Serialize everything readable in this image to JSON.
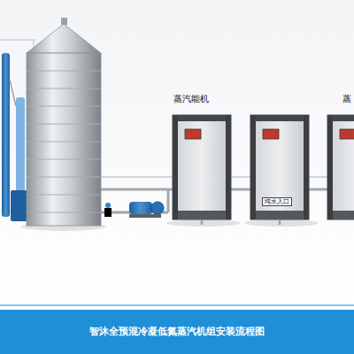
{
  "diagram": {
    "title": "智沐全预混冷凝低氮蒸汽机组安装流程图",
    "labels": [
      "蒸汽能机",
      "蒸",
      "纯水入口"
    ]
  }
}
